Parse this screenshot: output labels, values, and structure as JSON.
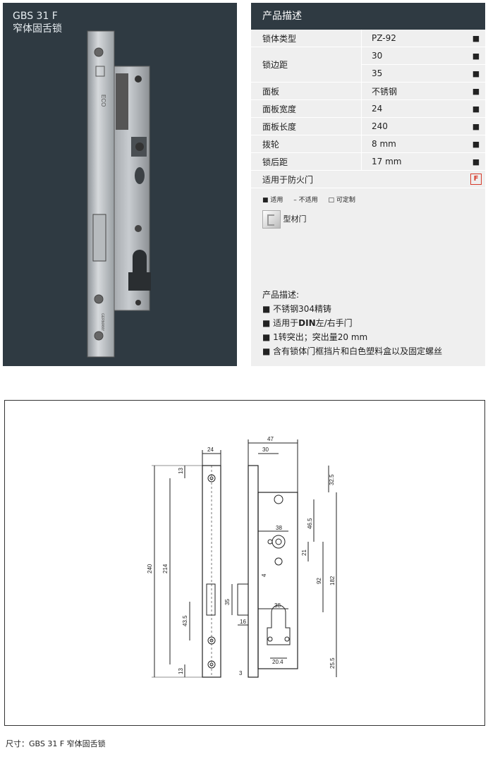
{
  "product": {
    "title_line1": "GBS 31 F",
    "title_line2": "窄体固舌锁",
    "faceplate_text_brand": "ECO",
    "faceplate_text_origin": "GERMANY"
  },
  "specs": {
    "header": "产品描述",
    "rows": [
      {
        "label": "锁体类型",
        "values": [
          "PZ-92"
        ],
        "mark": "■"
      },
      {
        "label": "锁边距",
        "values": [
          "30",
          "35"
        ],
        "mark": "■"
      },
      {
        "label": "面板",
        "values": [
          "不锈钢"
        ],
        "mark": "■"
      },
      {
        "label": "面板宽度",
        "values": [
          "24"
        ],
        "mark": "■"
      },
      {
        "label": "面板长度",
        "values": [
          "240"
        ],
        "mark": "■"
      },
      {
        "label": "拨轮",
        "values": [
          "8 mm"
        ],
        "mark": "■"
      },
      {
        "label": "锁后距",
        "values": [
          "17 mm"
        ],
        "mark": "■"
      },
      {
        "label": "适用于防火门",
        "values": [
          ""
        ],
        "mark": "F"
      }
    ],
    "legend": {
      "applicable": "■ 适用",
      "not_applicable": "– 不适用",
      "customizable": "□ 可定制"
    },
    "material_label": "型材门",
    "description_title": "产品描述:",
    "description_items": [
      "■ 不锈钢304精铸",
      "■ 适用于DIN左/右手门",
      "■ 1转突出；突出量20 mm",
      "■ 含有锁体门框挡片和白色塑料盒以及固定螺丝"
    ],
    "description_item2_pre": "■ 适用于",
    "description_item2_bold": "DIN",
    "description_item2_post": "左/右手门",
    "fire_color": "#d63a2a"
  },
  "drawing": {
    "dims_front": {
      "width": "24",
      "top": "13",
      "total": "240",
      "inner": "214",
      "bottom": "13",
      "hole": "43.5"
    },
    "dims_side": {
      "depth": "47",
      "backset": "30",
      "top_offset": "32.5",
      "follower": "38",
      "d1": "46.5",
      "d2": "21",
      "d3": "4",
      "d4": "92",
      "d5": "182",
      "bolt": "35",
      "bolt_throw": "16",
      "cyl": "38",
      "cyl2": "20.4",
      "bottom": "25.5",
      "plate": "3"
    }
  },
  "caption": "尺寸：GBS 31 F 窄体固舌锁"
}
